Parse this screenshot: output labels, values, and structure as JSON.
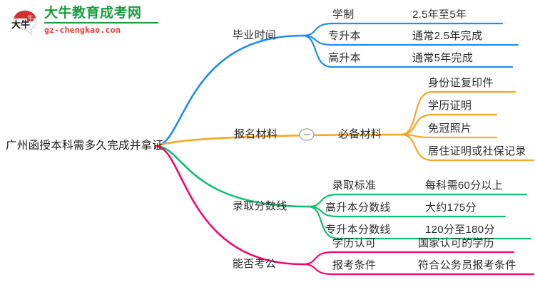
{
  "brand": {
    "logo_icon": "daniu-bull-logo-icon",
    "title": "大牛教育成考网",
    "domain": "gz-chengkao.com",
    "title_color": "#1a9c3c",
    "domain_color": "#e03a2f"
  },
  "mindmap": {
    "root": {
      "label": "广州函授本科需多久完成并拿证"
    },
    "collapse_toggle": {
      "symbol": "−",
      "name": "collapse-toggle-baoming"
    },
    "branches": [
      {
        "label": "毕业时间",
        "color": "#1e8cf0",
        "children": [
          {
            "label": "学制",
            "value": "2.5年至5年"
          },
          {
            "label": "专升本",
            "value": "通常2.5年完成"
          },
          {
            "label": "高升本",
            "value": "通常5年完成"
          }
        ]
      },
      {
        "label": "报名材料",
        "color": "#f5a623",
        "children": [
          {
            "label": "必备材料",
            "values": [
              "身份证复印件",
              "学历证明",
              "免冠照片",
              "居住证明或社保记录"
            ]
          }
        ]
      },
      {
        "label": "录取分数线",
        "color": "#10bf70",
        "children": [
          {
            "label": "录取标准",
            "value": "每科需60分以上"
          },
          {
            "label": "高升本分数线",
            "value": "大约175分"
          },
          {
            "label": "专升本分数线",
            "value": "120分至180分"
          }
        ]
      },
      {
        "label": "能否考公",
        "color": "#f5066f",
        "children": [
          {
            "label": "学历认可",
            "value": "国家认可的学历"
          },
          {
            "label": "报考条件",
            "value": "符合公务员报考条件"
          }
        ]
      }
    ]
  }
}
